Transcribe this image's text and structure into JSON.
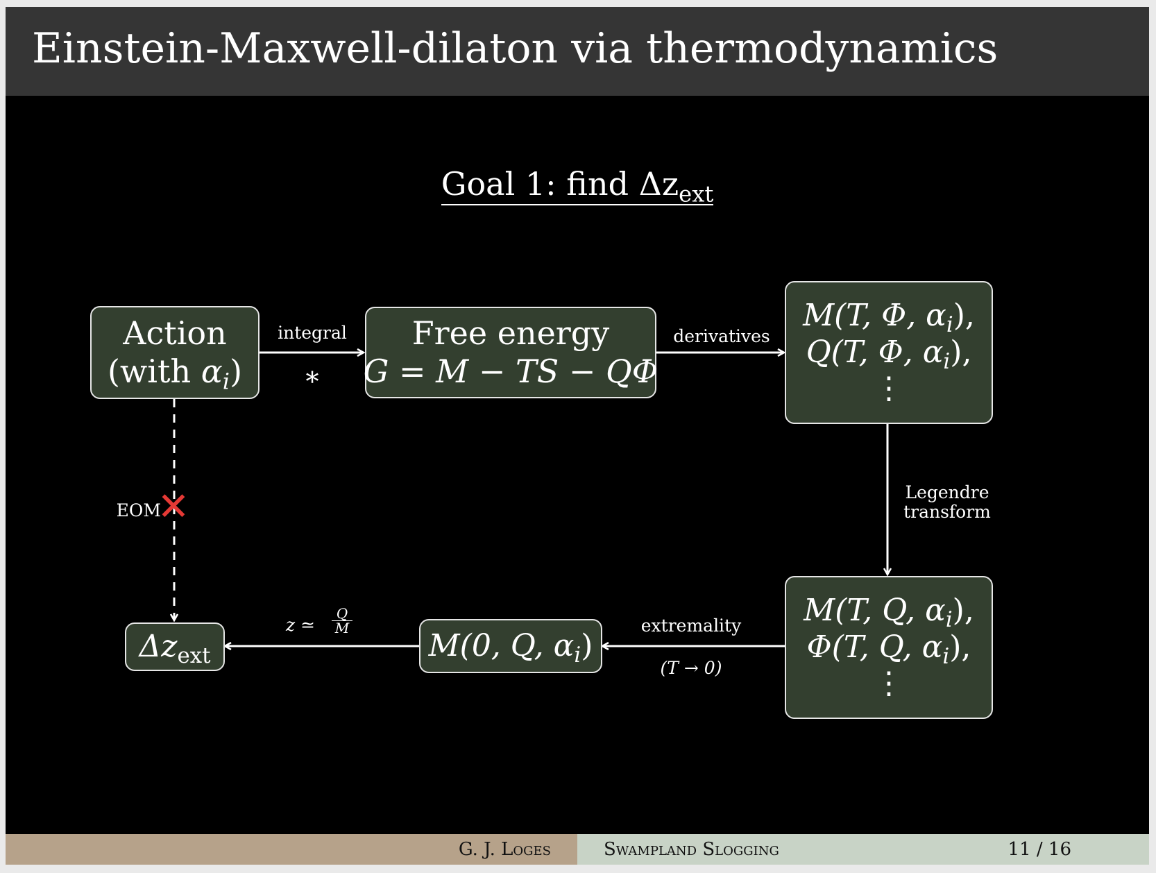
{
  "slide": {
    "title": "Einstein-Maxwell-dilaton via thermodynamics",
    "goal": "Goal 1:  find Δz",
    "goal_sub": "ext"
  },
  "nodes": {
    "action": {
      "line1": "Action",
      "line2_pre": "(with ",
      "line2_var": "α",
      "line2_sub": "i",
      "line2_post": ")"
    },
    "free_energy": {
      "line1": "Free energy",
      "line2": "G = M − TS − QΦ"
    },
    "mq_phi": {
      "line1": "M(T, Φ, α",
      "line1_sub": "i",
      "line1_post": "),",
      "line2": "Q(T, Φ, α",
      "line2_sub": "i",
      "line2_post": "),",
      "dots": "⋮"
    },
    "m_phi_q": {
      "line1": "M(T, Q, α",
      "line1_sub": "i",
      "line1_post": "),",
      "line2": "Φ(T, Q, α",
      "line2_sub": "i",
      "line2_post": "),",
      "dots": "⋮"
    },
    "m0": {
      "text": "M(0, Q, α",
      "sub": "i",
      "post": ")"
    },
    "delta_z": {
      "text": "Δz",
      "sub": "ext"
    }
  },
  "edges": {
    "integral": {
      "label": "integral",
      "sublabel": "∗"
    },
    "derivatives": {
      "label": "derivatives"
    },
    "legendre": {
      "line1": "Legendre",
      "line2": "transform"
    },
    "extremality": {
      "label": "extremality",
      "sublabel": "(T → 0)"
    },
    "z_ratio": {
      "lhs": "z ≃",
      "num": "Q",
      "den": "M"
    },
    "eom": {
      "label": "EOM",
      "cross": "✕"
    }
  },
  "footer": {
    "author": "G. J. Loges",
    "talk": "Swampland Slogging",
    "page": "11 / 16"
  },
  "colors": {
    "header_bg": "#353535",
    "box_fill": "#333f2f",
    "cross": "#e53935",
    "footer_left": "#b6a28a",
    "footer_right": "#c8d3c6"
  }
}
